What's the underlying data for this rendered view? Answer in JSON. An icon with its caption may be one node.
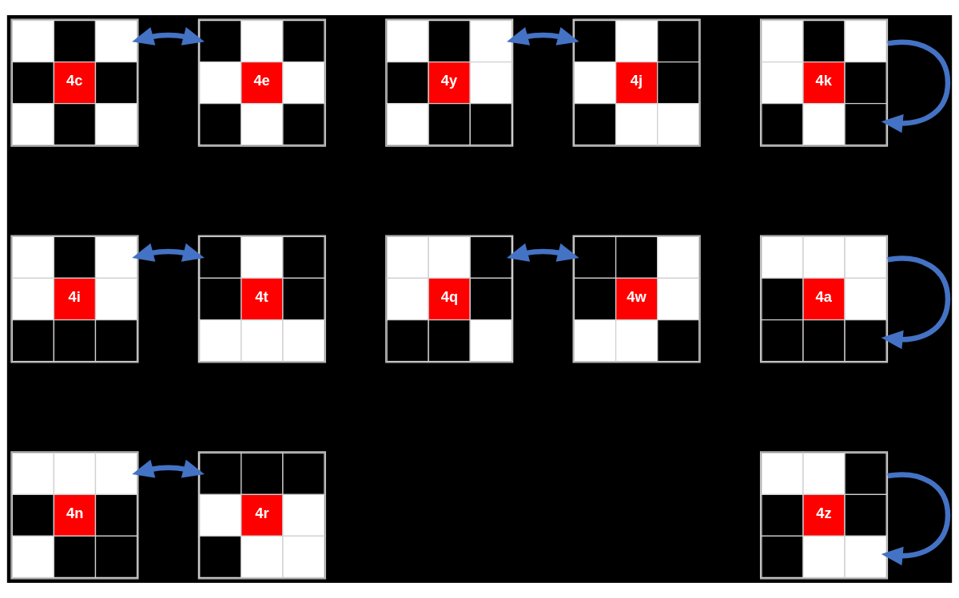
{
  "diagram": {
    "nodes": [
      {
        "text": [
          "4c"
        ]
      },
      {
        "text": [
          "4e"
        ]
      },
      {
        "text": [
          "4y"
        ]
      },
      {
        "text": [
          "4j"
        ]
      },
      {
        "text": [
          "4k"
        ]
      },
      {
        "text": [
          "4i"
        ]
      },
      {
        "text": [
          "4t"
        ]
      },
      {
        "text": [
          "4q"
        ]
      },
      {
        "text": [
          "4w"
        ]
      },
      {
        "text": [
          "4a"
        ]
      },
      {
        "text": [
          "4n"
        ]
      },
      {
        "text": [
          "4r"
        ]
      },
      {
        "text": [
          "4z"
        ]
      }
    ],
    "edges": [
      {
        "from": 0,
        "to": 1,
        "arrow": "both"
      },
      {
        "from": 2,
        "to": 3,
        "arrow": "both"
      },
      {
        "from": 4,
        "to": 4,
        "arrow": "to"
      },
      {
        "from": 5,
        "to": 6,
        "arrow": "both"
      },
      {
        "from": 7,
        "to": 8,
        "arrow": "both"
      },
      {
        "from": 9,
        "to": 9,
        "arrow": "to"
      },
      {
        "from": 10,
        "to": 11,
        "arrow": "both"
      },
      {
        "from": 12,
        "to": 12,
        "arrow": "to"
      }
    ]
  }
}
